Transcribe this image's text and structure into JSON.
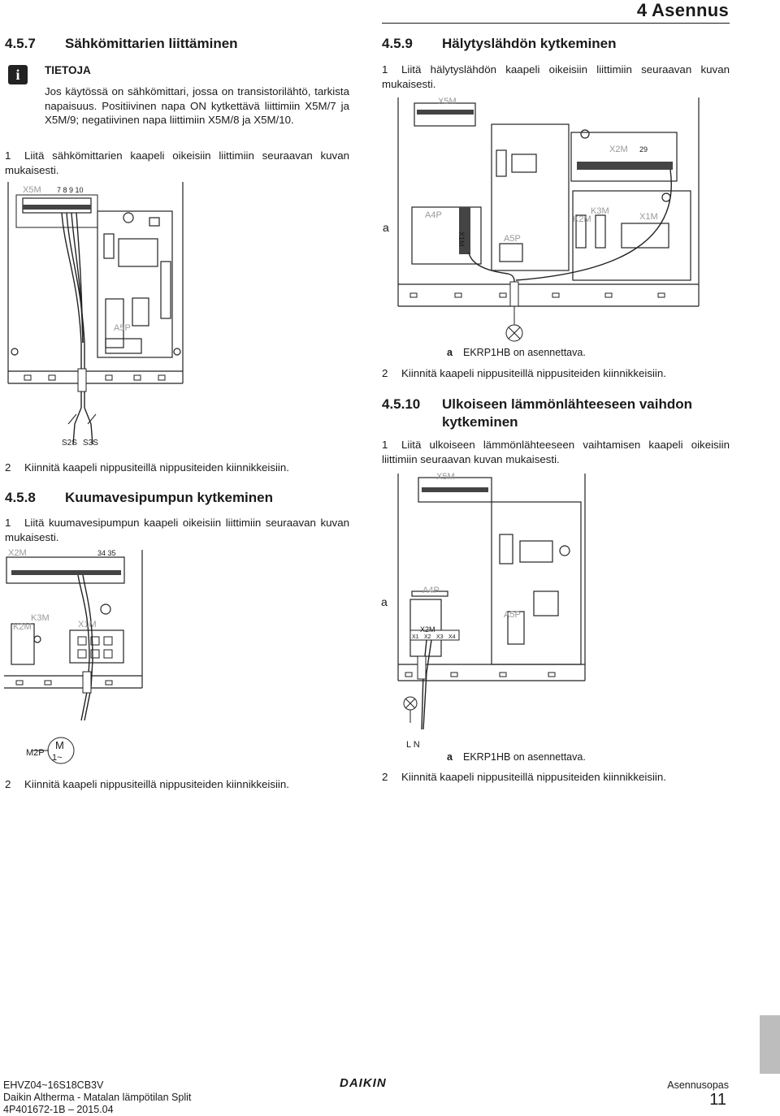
{
  "header": {
    "chapter": "4 Asennus"
  },
  "sec457": {
    "number": "4.5.7",
    "title": "Sähkömittarien liittäminen",
    "note_title": "TIETOJA",
    "note_text": "Jos käytössä on sähkömittari, jossa on transistorilähtö, tarkista napaisuus. Positiivinen napa ON kytkettävä liittimiin X5M/7 ja X5M/9; negatiivinen napa liittimiin X5M/8 ja X5M/10.",
    "step1_num": "1",
    "step1": "Liitä sähkömittarien kaapeli oikeisiin liittimiin seuraavan kuvan mukaisesti.",
    "fig": {
      "terminal": "X5M",
      "pins": "7 8 9 10",
      "board": "A5P",
      "labels": [
        "S2S",
        "S3S"
      ]
    },
    "step2_num": "2",
    "step2": "Kiinnitä kaapeli nippusiteillä nippusiteiden kiinnikkeisiin."
  },
  "sec458": {
    "number": "4.5.8",
    "title": "Kuumavesipumpun kytkeminen",
    "step1_num": "1",
    "step1": "Liitä kuumavesipumpun kaapeli oikeisiin liittimiin seuraavan kuvan mukaisesti.",
    "fig": {
      "terminal": "X2M",
      "pins": "34 35",
      "k2m": "K2M",
      "k3m": "K3M",
      "x1m": "X1M",
      "pump": "M2P",
      "motor_m": "M",
      "motor_phase": "1~"
    },
    "step2_num": "2",
    "step2": "Kiinnitä kaapeli nippusiteillä nippusiteiden kiinnikkeisiin."
  },
  "sec459": {
    "number": "4.5.9",
    "title": "Hälytyslähdön kytkeminen",
    "step1_num": "1",
    "step1": "Liitä hälytyslähdön kaapeli oikeisiin liittimiin seuraavan kuvan mukaisesti.",
    "fig": {
      "top": "X5M",
      "x2m": "X2M",
      "pin": "29",
      "a": "a",
      "a4p": "A4P",
      "x1m_vert": "X1M",
      "a5p": "A5P",
      "k2m": "K2M",
      "k3m": "K3M",
      "x1m": "X1M"
    },
    "legend_key": "a",
    "legend_text": "EKRP1HB on asennettava.",
    "step2_num": "2",
    "step2": "Kiinnitä kaapeli nippusiteillä nippusiteiden kiinnikkeisiin."
  },
  "sec4510": {
    "number": "4.5.10",
    "title": "Ulkoiseen lämmönlähteeseen vaihdon kytkeminen",
    "step1_num": "1",
    "step1": "Liitä ulkoiseen lämmönlähteeseen vaihtamisen kaapeli oikeisiin liittimiin seuraavan kuvan mukaisesti.",
    "fig": {
      "top": "X5M",
      "a": "a",
      "a4p": "A4P",
      "a5p": "A5P",
      "x2m": "X2M",
      "pins": [
        "X1",
        "X2",
        "X3",
        "X4"
      ],
      "ln": "L N"
    },
    "legend_key": "a",
    "legend_text": "EKRP1HB on asennettava.",
    "step2_num": "2",
    "step2": "Kiinnitä kaapeli nippusiteillä nippusiteiden kiinnikkeisiin."
  },
  "footer": {
    "model": "EHVZ04~16S18CB3V",
    "product": "Daikin Altherma - Matalan lämpötilan Split",
    "doc": "4P401672-1B – 2015.04",
    "logo": "DAIKIN",
    "manual": "Asennusopas",
    "page": "11"
  }
}
